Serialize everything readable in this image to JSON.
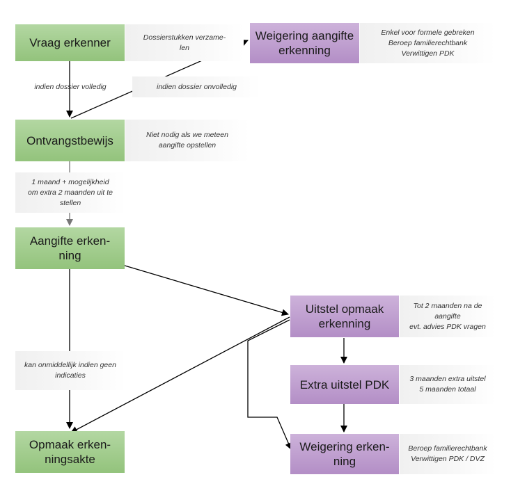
{
  "colors": {
    "green_box": "#a4cc90",
    "purple_box": "#c2a3d1",
    "note_bg": "#f4f4f4",
    "line": "#000000"
  },
  "nodes": {
    "vraag_erkenner": "Vraag erkenner",
    "weigering_aangifte": [
      "Weigering aangifte",
      "erkenning"
    ],
    "ontvangstbewijs": "Ontvangstbewijs",
    "aangifte_erkenning": [
      "Aangifte erken-",
      "ning"
    ],
    "uitstel_opmaak": [
      "Uitstel opmaak",
      "erkenning"
    ],
    "extra_uitstel": "Extra uitstel PDK",
    "opmaak_erkenningsakte": [
      "Opmaak erken-",
      "ningsakte"
    ],
    "weigering_erkenning": [
      "Weigering erken-",
      "ning"
    ]
  },
  "notes": {
    "dossierstukken": [
      "Dossierstukken verzame-",
      "len"
    ],
    "formele_gebreken": [
      "Enkel voor formele gebreken",
      "Beroep familierechtbank",
      "Verwittigen PDK"
    ],
    "volledig": [
      "indien dossier volledig"
    ],
    "onvolledig": [
      "indien dossier onvolledig"
    ],
    "niet_nodig": [
      "Niet nodig als we meteen",
      "aangifte opstellen"
    ],
    "een_maand": [
      "1 maand + mogelijkheid",
      "om extra 2 maanden uit te",
      "stellen"
    ],
    "tot_2_maanden": [
      "Tot 2 maanden na de",
      "aangifte",
      "evt. advies PDK vragen"
    ],
    "onmiddellijk": [
      "kan onmiddellijk indien geen",
      "indicaties"
    ],
    "drie_maanden": [
      "3 maanden extra uitstel",
      "5 maanden totaal"
    ],
    "beroep_dvz": [
      "Beroep familierechtbank",
      "Verwittigen PDK / DVZ"
    ]
  }
}
